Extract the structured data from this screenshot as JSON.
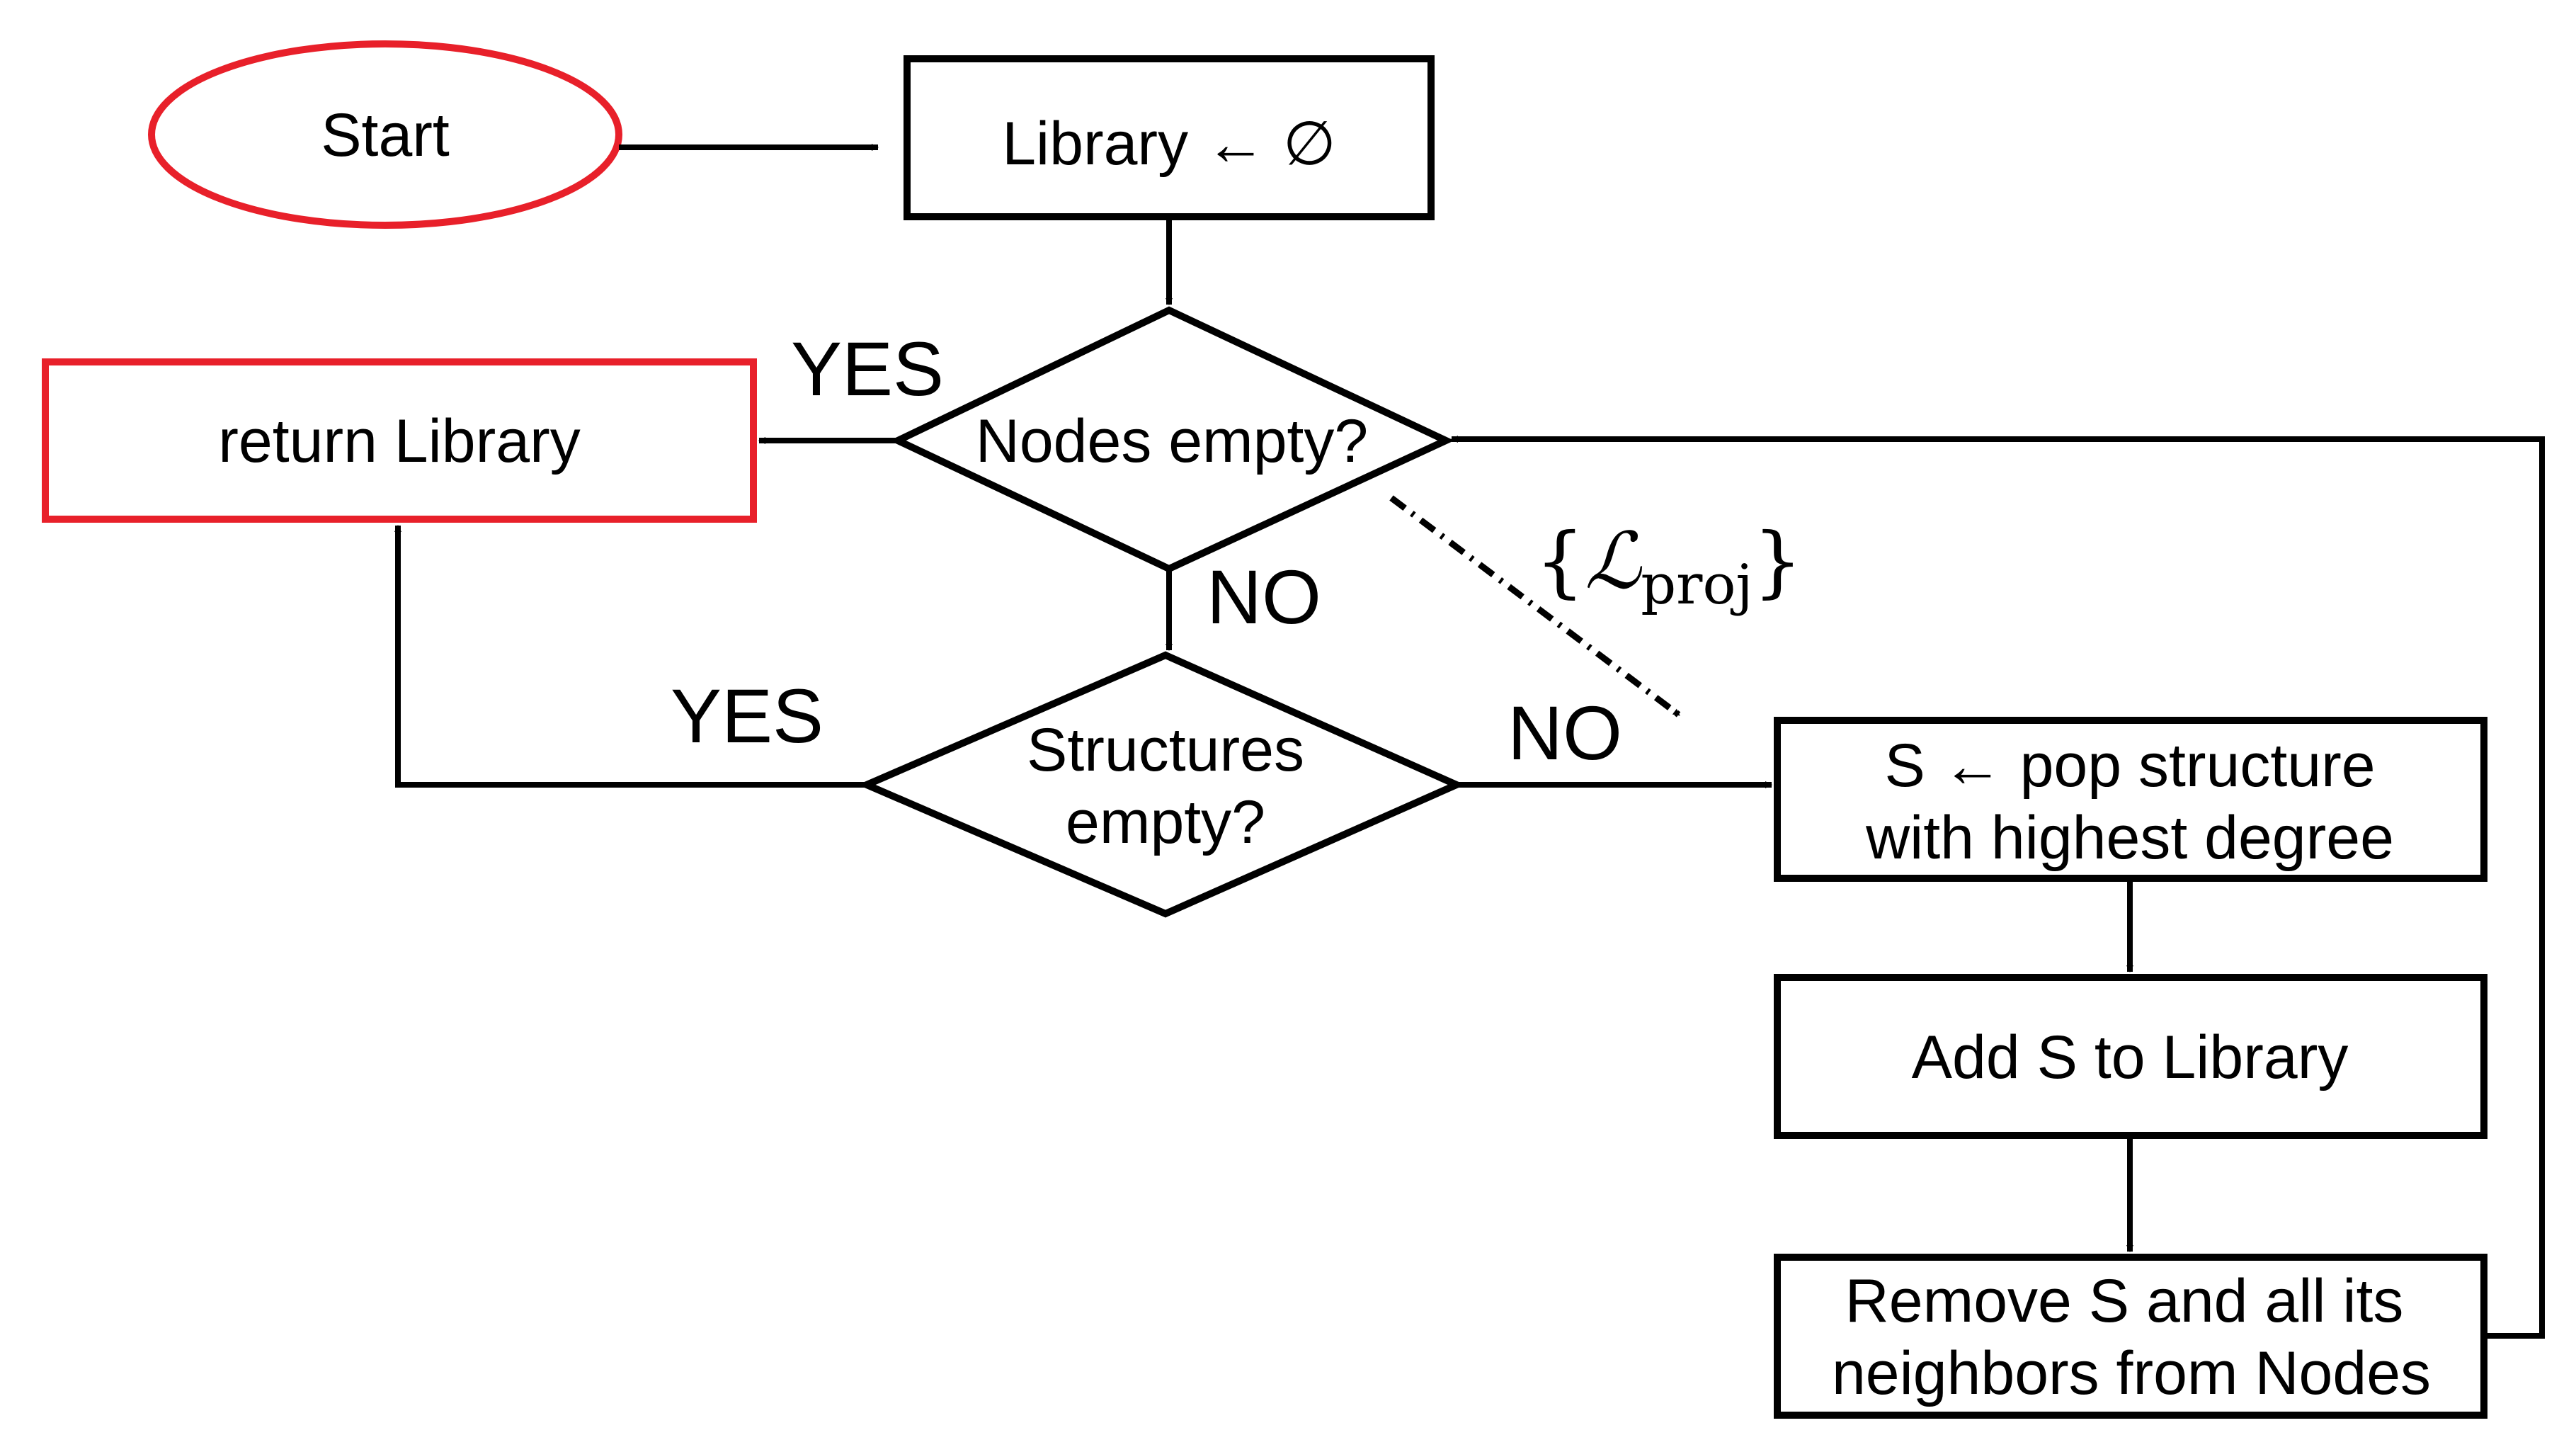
{
  "nodes": {
    "start": {
      "label": "Start",
      "border_color": "#e8202a"
    },
    "init": {
      "label": "Library ← ∅"
    },
    "nodes_empty": {
      "label": "Nodes empty?"
    },
    "return_library": {
      "label": "return Library",
      "border_color": "#e8202a"
    },
    "structures_empty": {
      "line1": "Structures",
      "line2": "empty?"
    },
    "pop_structure": {
      "line1": "S ← pop structure",
      "line2": "with highest degree"
    },
    "add_to_library": {
      "label": "Add S to Library"
    },
    "remove_neighbors": {
      "line1": "Remove S and all its",
      "line2": "neighbors from Nodes"
    }
  },
  "edge_labels": {
    "nodes_yes": "YES",
    "nodes_no": "NO",
    "structures_yes": "YES",
    "structures_no": "NO",
    "dashed_math_brace_open": "{",
    "dashed_math_symbol": "ℒ",
    "dashed_math_subscript": "proj",
    "dashed_math_brace_close": "}"
  }
}
